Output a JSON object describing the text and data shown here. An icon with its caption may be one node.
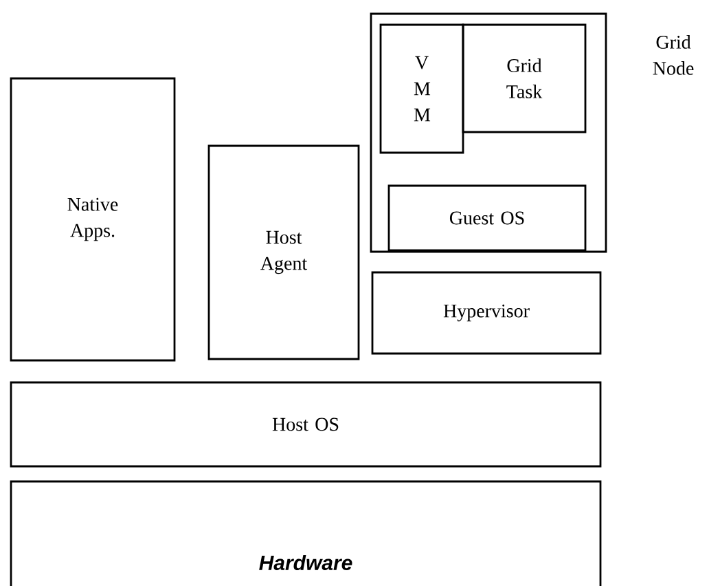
{
  "diagram": {
    "nodes": [
      {
        "text": [
          "Native Apps."
        ]
      },
      {
        "text": [
          "Host Agent"
        ]
      },
      {
        "text": [
          "Grid Node"
        ]
      },
      {
        "text": [
          "V M M"
        ],
        "in": 2
      },
      {
        "text": [
          "Grid Task"
        ],
        "in": 2
      },
      {
        "text": [
          "Guest OS"
        ],
        "in": 2
      },
      {
        "text": [
          "Hypervisor"
        ]
      },
      {
        "text": [
          "Host OS"
        ]
      },
      {
        "text": [
          "Hardware"
        ]
      }
    ]
  }
}
